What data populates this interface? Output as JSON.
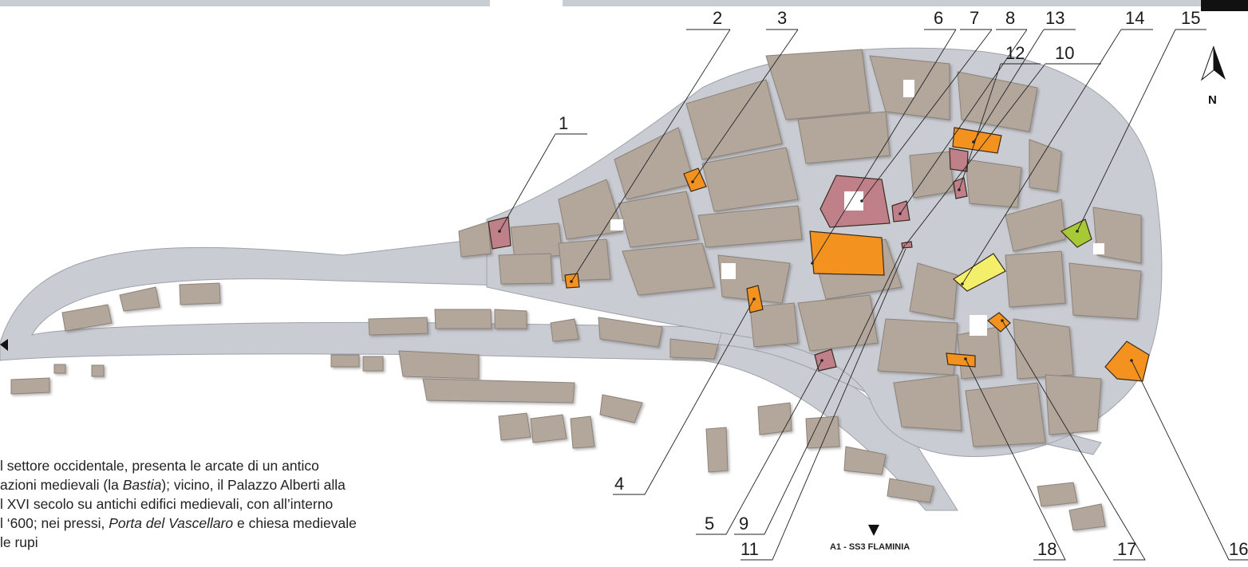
{
  "compass": {
    "label": "N"
  },
  "road_label": "A1 - SS3 FLAMINIA",
  "callouts": [
    "1",
    "2",
    "3",
    "4",
    "5",
    "6",
    "7",
    "8",
    "9",
    "10",
    "11",
    "12",
    "13",
    "14",
    "15",
    "16",
    "17",
    "18"
  ],
  "colors": {
    "building": "#b3a79c",
    "street": "#c9ccd2",
    "monument_pink": "#bf8089",
    "monument_orange": "#f3921f",
    "monument_yellow": "#f4ef6b",
    "monument_green": "#a7c936"
  },
  "caption": {
    "line1": "l settore occidentale, presenta le arcate di un antico",
    "line2a": "azioni medievali (la ",
    "line2_em": "Bastia",
    "line2b": "); vicino, il Palazzo Alberti alla",
    "line3": "l XVI secolo su antichi edifici medievali, con all’interno",
    "line4a": "l ‘600; nei pressi, ",
    "line4_em": "Porta del Vascellaro",
    "line4b": " e chiesa medievale",
    "line5": "le rupi"
  }
}
